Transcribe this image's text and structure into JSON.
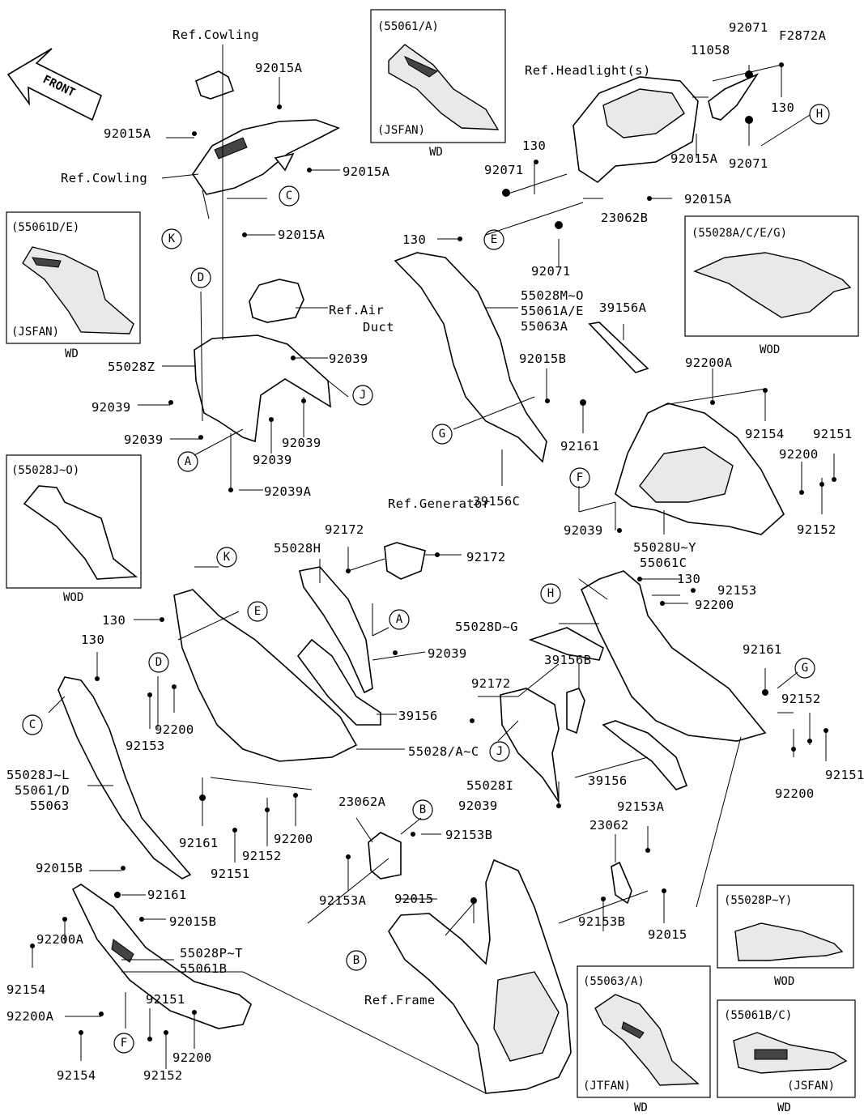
{
  "diagram_code": "F2872A",
  "front_label": "FRONT",
  "labels": {
    "ref_cowling_top": "Ref.Cowling",
    "ref_cowling_left": "Ref.Cowling",
    "ref_headlights": "Ref.Headlight(s)",
    "ref_air": "Ref.Air",
    "ref_duct": "Duct",
    "ref_generator": "Ref.Generator",
    "ref_frame": "Ref.Frame",
    "p92015A_a": "92015A",
    "p92015A_b": "92015A",
    "p92015A_c": "92015A",
    "p92015A_d": "92015A",
    "p92015A_e": "92015A",
    "p92015A_f": "92015A",
    "p92071_a": "92071",
    "p92071_b": "92071",
    "p92071_c": "92071",
    "p92071_d": "92071",
    "p11058": "11058",
    "p130_a": "130",
    "p130_b": "130",
    "p130_c": "130",
    "p130_d": "130",
    "p130_e": "130",
    "p130_f": "130",
    "p23062B": "23062B",
    "p55028Z": "55028Z",
    "p92039_a": "92039",
    "p92039_b": "92039",
    "p92039_c": "92039",
    "p92039_d": "92039",
    "p92039_e": "92039",
    "p92039_f": "92039",
    "p92039_g": "92039",
    "p92039_h": "92039",
    "p92039A": "92039A",
    "p55028MO": "55028M~O",
    "p55061AE": "55061A/E",
    "p55063A": "55063A",
    "p39156A": "39156A",
    "p92015B_a": "92015B",
    "p92015B_b": "92015B",
    "p92015B_c": "92015B",
    "p92200A_a": "92200A",
    "p92200A_b": "92200A",
    "p92200A_c": "92200A",
    "p92161_a": "92161",
    "p92161_b": "92161",
    "p92161_c": "92161",
    "p92161_d": "92161",
    "p39156C": "39156C",
    "p92154_a": "92154",
    "p92154_b": "92154",
    "p92154_c": "92154",
    "p92151_a": "92151",
    "p92151_b": "92151",
    "p92151_c": "92151",
    "p92151_d": "92151",
    "p92200_a": "92200",
    "p92200_b": "92200",
    "p92200_c": "92200",
    "p92200_d": "92200",
    "p92200_e": "92200",
    "p92200_f": "92200",
    "p92152_a": "92152",
    "p92152_b": "92152",
    "p92152_c": "92152",
    "p92152_d": "92152",
    "p55028UY": "55028U~Y",
    "p55061C": "55061C",
    "p55028H": "55028H",
    "p92172_a": "92172",
    "p92172_b": "92172",
    "p92172_c": "92172",
    "p92153_a": "92153",
    "p92153_b": "92153",
    "p55028DG": "55028D~G",
    "p39156B": "39156B",
    "p39156_a": "39156",
    "p39156_b": "39156",
    "p55028AC": "55028/A~C",
    "p55028JL": "55028J~L",
    "p55061D": "55061/D",
    "p55063": "55063",
    "p55028I": "55028I",
    "p23062A": "23062A",
    "p92153B_a": "92153B",
    "p92153B_b": "92153B",
    "p92153A_a": "92153A",
    "p92153A_b": "92153A",
    "p92015_a": "92015",
    "p92015_b": "92015",
    "p23062": "23062",
    "p55028PT": "55028P~T",
    "p55061B": "55061B"
  },
  "callouts": [
    "A",
    "B",
    "C",
    "D",
    "E",
    "F",
    "G",
    "H",
    "J",
    "K"
  ],
  "insets": {
    "i1": {
      "code": "(55061/A)",
      "finish": "(JSFAN)",
      "note": "WD"
    },
    "i2": {
      "code": "(55061D/E)",
      "finish": "(JSFAN)",
      "note": "WD"
    },
    "i3": {
      "code": "(55028A/C/E/G)",
      "note": "WOD"
    },
    "i4": {
      "code": "(55028J~O)",
      "note": "WOD"
    },
    "i5": {
      "code": "(55028P~Y)",
      "note": "WOD"
    },
    "i6": {
      "code": "(55063/A)",
      "finish": "(JTFAN)",
      "note": "WD"
    },
    "i7": {
      "code": "(55061B/C)",
      "finish": "(JSFAN)",
      "note": "WD"
    }
  }
}
